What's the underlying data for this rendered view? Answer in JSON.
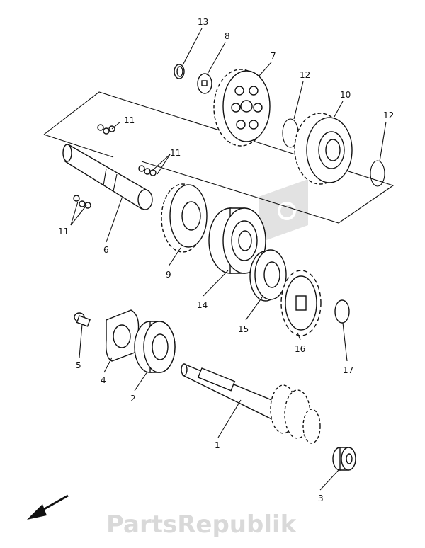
{
  "watermark": "PartsRepublik",
  "colors": {
    "line": "#111111",
    "watermark": "#d9d9d9",
    "background": "#ffffff"
  },
  "labels": {
    "p13": "13",
    "p8": "8",
    "p7": "7",
    "p12a": "12",
    "p10": "10",
    "p12b": "12",
    "p11a": "11",
    "p11b": "11",
    "p11c": "11",
    "p6": "6",
    "p9": "9",
    "p14": "14",
    "p15": "15",
    "p16": "16",
    "p17": "17",
    "p5": "5",
    "p4": "4",
    "p2": "2",
    "p1": "1",
    "p3": "3"
  }
}
